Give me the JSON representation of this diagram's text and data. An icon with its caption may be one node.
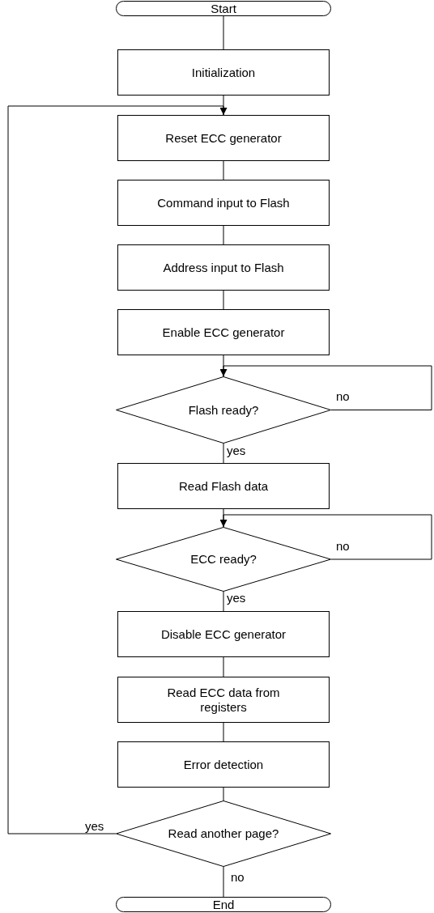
{
  "diagram": {
    "nodes": [
      {
        "text": [
          "Start"
        ]
      },
      {
        "text": [
          "Initialization"
        ]
      },
      {
        "text": [
          "Reset ECC generator"
        ]
      },
      {
        "text": [
          "Command input to Flash"
        ]
      },
      {
        "text": [
          "Address input to Flash"
        ]
      },
      {
        "text": [
          "Enable ECC generator"
        ]
      },
      {
        "text": [
          "Flash ready?"
        ]
      },
      {
        "text": [
          "Read Flash data"
        ]
      },
      {
        "text": [
          "ECC ready?"
        ]
      },
      {
        "text": [
          "Disable ECC generator"
        ]
      },
      {
        "text": [
          "Read ECC data from registers"
        ]
      },
      {
        "text": [
          "Error detection"
        ]
      },
      {
        "text": [
          "Read another page?"
        ]
      },
      {
        "text": [
          "End"
        ]
      }
    ],
    "edges": [
      {
        "from": 0,
        "to": 1,
        "arrow": "none"
      },
      {
        "from": 1,
        "to": 2,
        "arrow": "none"
      },
      {
        "from": 2,
        "to": 3,
        "arrow": "none"
      },
      {
        "from": 3,
        "to": 4,
        "arrow": "none"
      },
      {
        "from": 4,
        "to": 5,
        "arrow": "none"
      },
      {
        "from": 5,
        "to": 6,
        "arrow": "none"
      },
      {
        "from": 6,
        "to": 6,
        "arrow": "to",
        "label": "no"
      },
      {
        "from": 6,
        "to": 7,
        "arrow": "none",
        "label": "yes"
      },
      {
        "from": 7,
        "to": 8,
        "arrow": "none"
      },
      {
        "from": 8,
        "to": 8,
        "arrow": "to",
        "label": "no"
      },
      {
        "from": 8,
        "to": 9,
        "arrow": "none",
        "label": "yes"
      },
      {
        "from": 9,
        "to": 10,
        "arrow": "none"
      },
      {
        "from": 10,
        "to": 11,
        "arrow": "none"
      },
      {
        "from": 11,
        "to": 12,
        "arrow": "none"
      },
      {
        "from": 12,
        "to": 2,
        "arrow": "to",
        "label": "yes"
      },
      {
        "from": 12,
        "to": 13,
        "arrow": "none",
        "label": "no"
      }
    ]
  }
}
